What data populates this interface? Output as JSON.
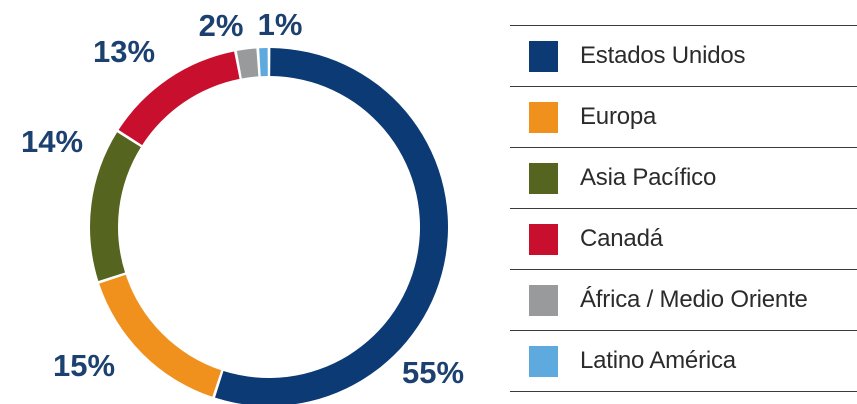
{
  "chart_data": {
    "type": "pie",
    "title": "",
    "legend_position": "right",
    "series": [
      {
        "name": "Estados Unidos",
        "value": 55,
        "label": "55%",
        "color": "#0b3a75"
      },
      {
        "name": "Europa",
        "value": 15,
        "label": "15%",
        "color": "#f0911d"
      },
      {
        "name": "Asia Pacífico",
        "value": 14,
        "label": "14%",
        "color": "#55641f"
      },
      {
        "name": "Canadá",
        "value": 13,
        "label": "13%",
        "color": "#c8102e"
      },
      {
        "name": "África / Medio Oriente",
        "value": 2,
        "label": "2%",
        "color": "#999a9c"
      },
      {
        "name": "Latino América",
        "value": 1,
        "label": "1%",
        "color": "#5ea9dd"
      }
    ]
  }
}
